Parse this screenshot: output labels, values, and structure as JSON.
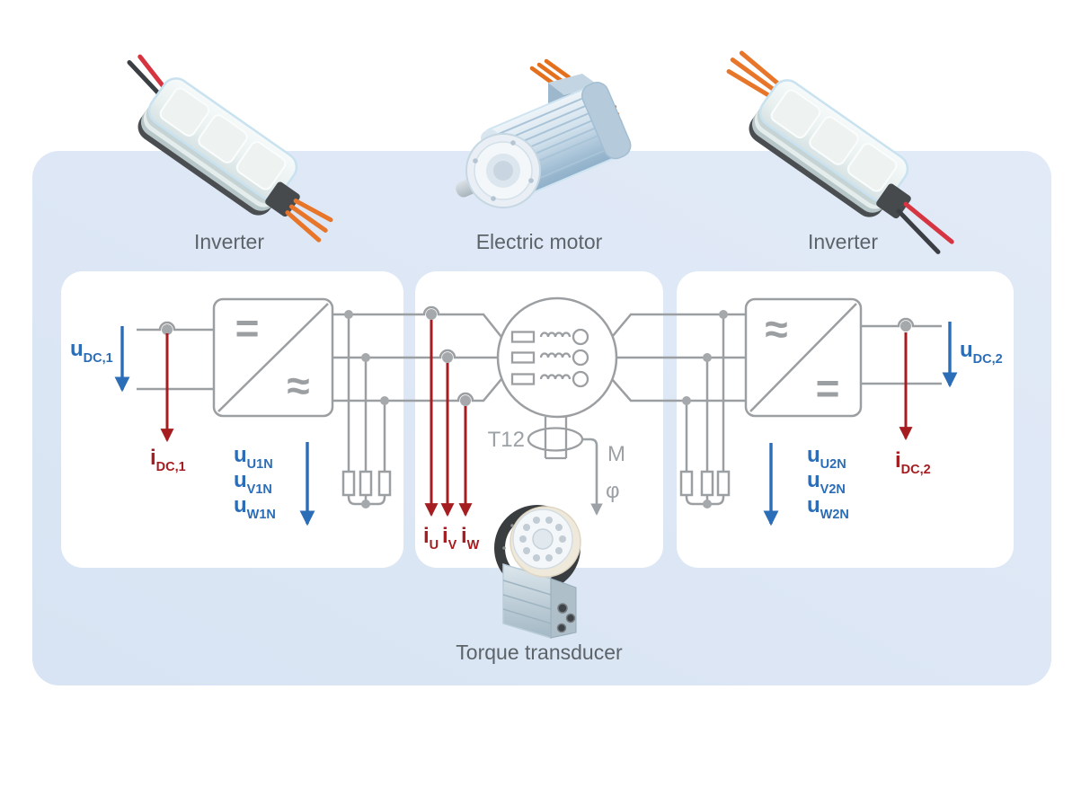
{
  "captions": {
    "inverter_left": "Inverter",
    "electric_motor": "Electric motor",
    "inverter_right": "Inverter",
    "torque_transducer": "Torque transducer"
  },
  "left_inverter_panel": {
    "symbol_dc": "=",
    "symbol_ac": "≈",
    "dc_voltage": {
      "base": "u",
      "sub": "DC,1"
    },
    "dc_current": {
      "base": "i",
      "sub": "DC,1"
    },
    "phase_voltages": [
      {
        "base": "u",
        "sub": "U1N"
      },
      {
        "base": "u",
        "sub": "V1N"
      },
      {
        "base": "u",
        "sub": "W1N"
      }
    ]
  },
  "motor_panel": {
    "phase_currents": [
      {
        "base": "i",
        "sub": "U"
      },
      {
        "base": "i",
        "sub": "V"
      },
      {
        "base": "i",
        "sub": "W"
      }
    ],
    "transducer_label": "T12",
    "torque_symbol": "M",
    "angle_symbol": "φ"
  },
  "right_inverter_panel": {
    "symbol_ac": "≈",
    "symbol_dc": "=",
    "dc_voltage": {
      "base": "u",
      "sub": "DC,2"
    },
    "dc_current": {
      "base": "i",
      "sub": "DC,2"
    },
    "phase_voltages": [
      {
        "base": "u",
        "sub": "U2N"
      },
      {
        "base": "u",
        "sub": "V2N"
      },
      {
        "base": "u",
        "sub": "W2N"
      }
    ]
  },
  "colors": {
    "accent_blue": "#2b6db6",
    "accent_red": "#a51d20",
    "schematic_gray": "#9c9fa2",
    "label_gray": "#9ca1a6",
    "caption_gray": "#5c6369",
    "board_background": "#dce7f5",
    "panel_background": "#ffffff",
    "wire_orange": "#e8762a"
  }
}
